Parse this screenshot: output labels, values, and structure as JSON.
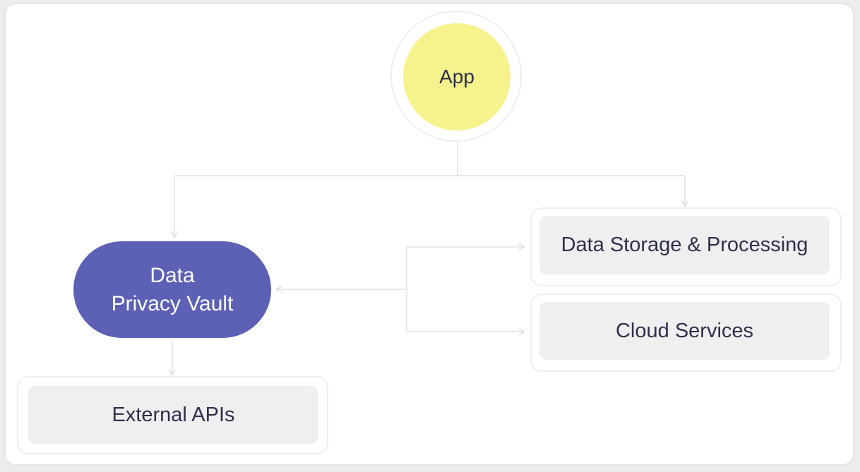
{
  "nodes": {
    "app": {
      "label": "App"
    },
    "vault": {
      "line1": "Data",
      "line2": "Privacy Vault"
    },
    "storage": {
      "label": "Data Storage & Processing"
    },
    "cloud": {
      "label": "Cloud Services"
    },
    "apis": {
      "label": "External APIs"
    }
  },
  "colors": {
    "app_fill": "#f6f38c",
    "vault_fill": "#5c61b5",
    "box_fill": "#efefef",
    "connector": "#e8e8e8",
    "text": "#2e2f4d"
  }
}
